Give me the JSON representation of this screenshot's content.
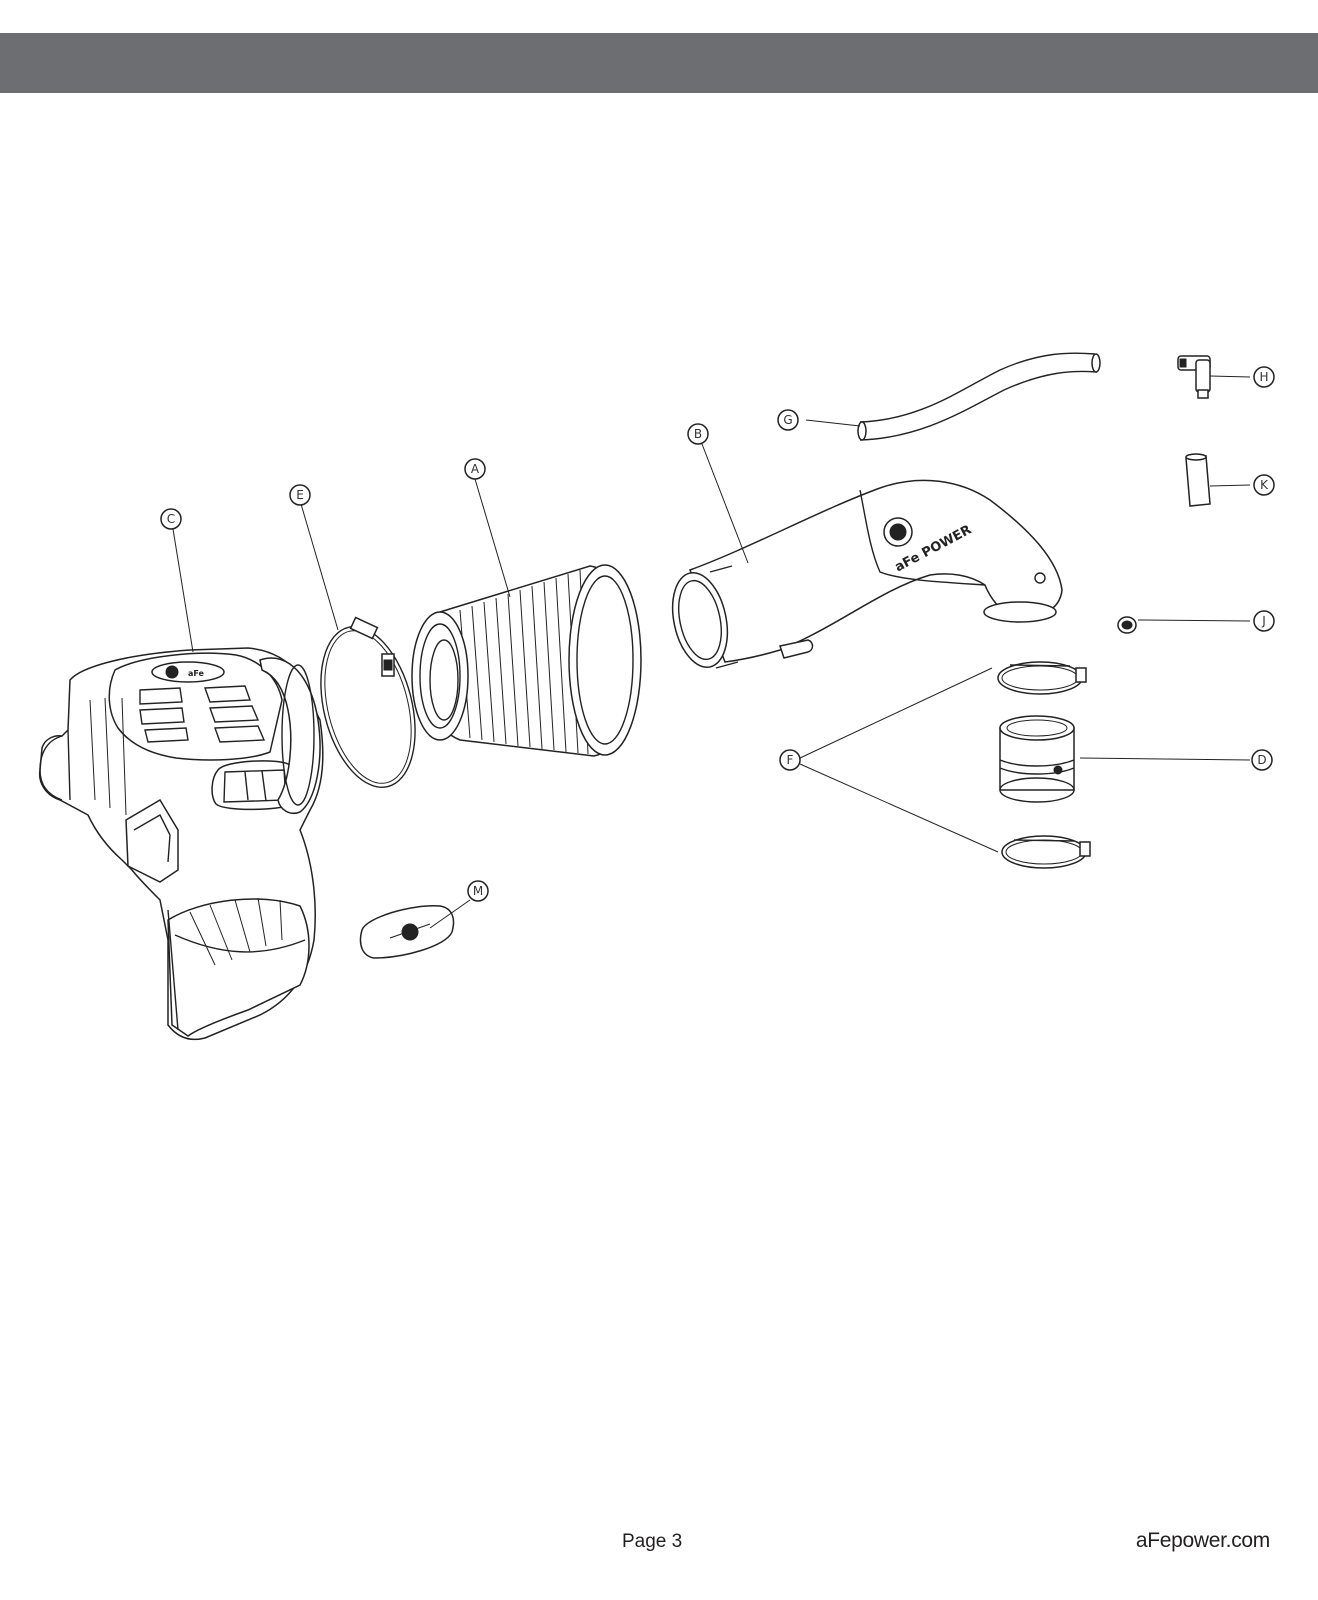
{
  "header": {
    "bar_color": "#6d6e71"
  },
  "diagram": {
    "callouts": [
      {
        "id": "A",
        "label": "A"
      },
      {
        "id": "B",
        "label": "B"
      },
      {
        "id": "C",
        "label": "C"
      },
      {
        "id": "D",
        "label": "D"
      },
      {
        "id": "E",
        "label": "E"
      },
      {
        "id": "F",
        "label": "F"
      },
      {
        "id": "G",
        "label": "G"
      },
      {
        "id": "H",
        "label": "H"
      },
      {
        "id": "J",
        "label": "J"
      },
      {
        "id": "K",
        "label": "K"
      },
      {
        "id": "M",
        "label": "M"
      }
    ],
    "logo_text": "aFe POWER"
  },
  "footer": {
    "page": "Page 3",
    "site": "aFepower.com"
  }
}
